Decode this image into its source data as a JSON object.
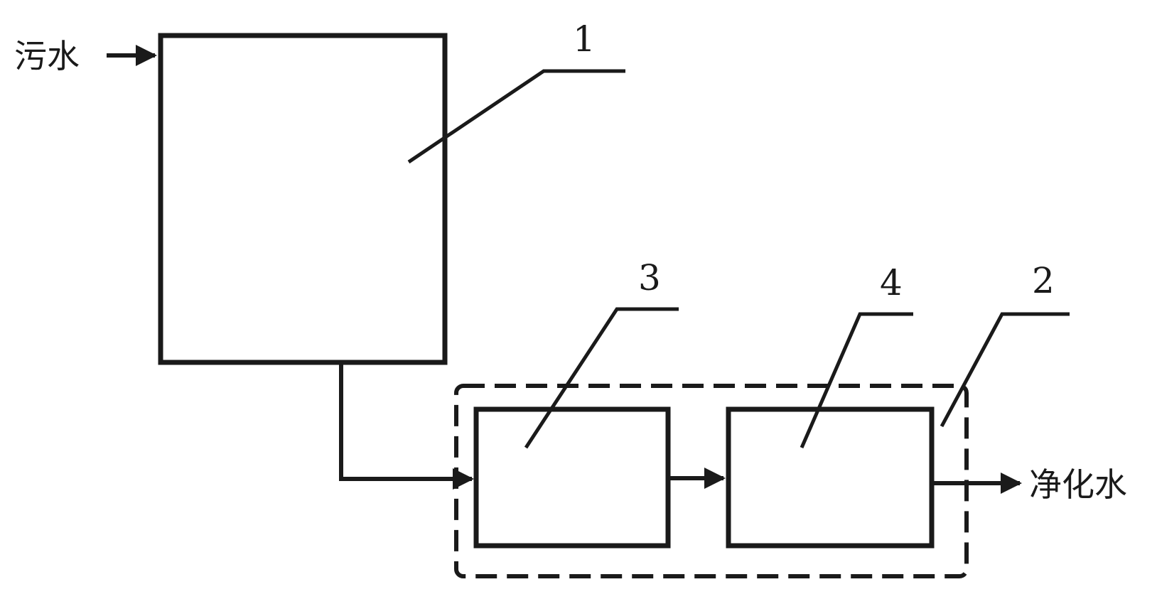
{
  "labels": {
    "inlet": "污水",
    "outlet": "净化水"
  },
  "parts": {
    "tank": "1",
    "unit": "2",
    "first_stage": "3",
    "second_stage": "4"
  },
  "colors": {
    "ink": "#1a1a1a",
    "background": "#ffffff"
  }
}
